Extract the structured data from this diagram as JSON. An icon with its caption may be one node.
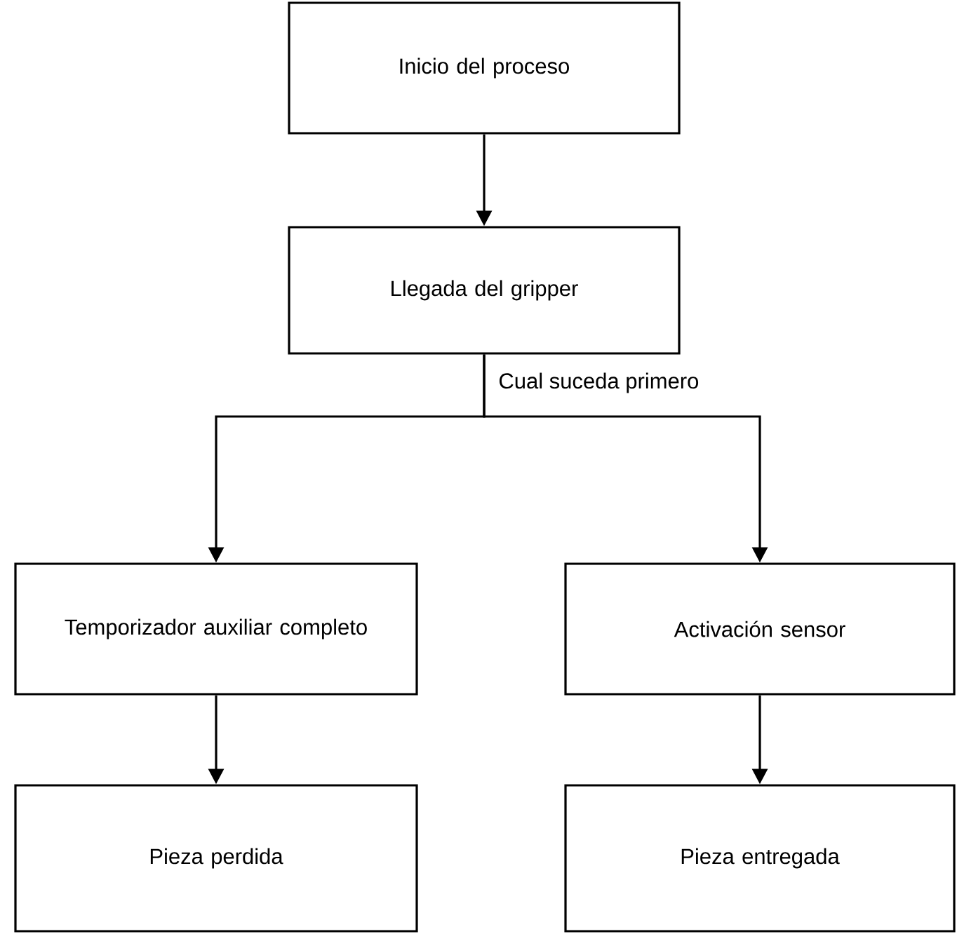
{
  "diagram": {
    "nodes": [
      {
        "text": [
          "Inicio del proceso"
        ]
      },
      {
        "text": [
          "Llegada del gripper"
        ]
      },
      {
        "text": [
          "Temporizador auxiliar completo"
        ]
      },
      {
        "text": [
          "Activación sensor"
        ]
      },
      {
        "text": [
          "Pieza perdida"
        ]
      },
      {
        "text": [
          "Pieza entregada"
        ]
      }
    ],
    "edges": [
      {
        "from": 0,
        "to": 1,
        "arrow": "to"
      },
      {
        "from": 1,
        "to": 2,
        "arrow": "to",
        "label": "Cual suceda primero"
      },
      {
        "from": 1,
        "to": 3,
        "arrow": "to"
      },
      {
        "from": 2,
        "to": 4,
        "arrow": "to"
      },
      {
        "from": 3,
        "to": 5,
        "arrow": "to"
      }
    ]
  }
}
